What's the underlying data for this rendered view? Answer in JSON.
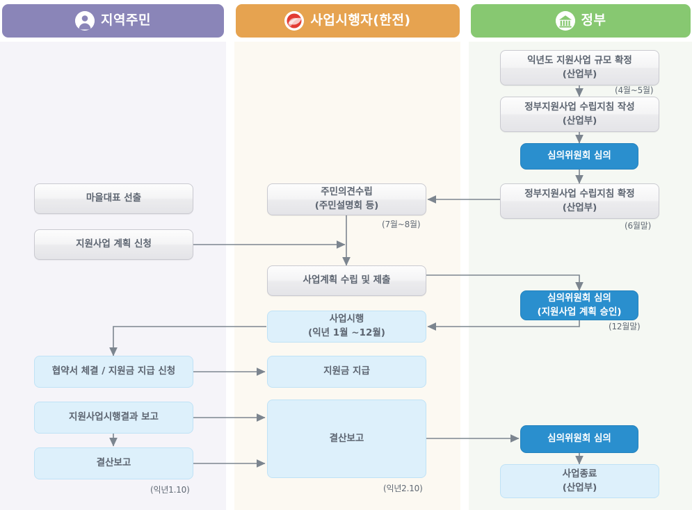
{
  "lanes": [
    {
      "id": "residents",
      "title": "지역주민",
      "icon": "person-icon",
      "color": "#8a85b8"
    },
    {
      "id": "operator",
      "title": "사업시행자(한전)",
      "icon": "kepco-icon",
      "color": "#e6a350"
    },
    {
      "id": "government",
      "title": "정부",
      "icon": "bank-icon",
      "color": "#87c871"
    }
  ],
  "nodes": {
    "gov_scale": {
      "line1": "익년도 지원사업 규모 확정",
      "line2": "(산업부)"
    },
    "gov_guideline": {
      "line1": "정부지원사업 수립지침 작성",
      "line2": "(산업부)"
    },
    "gov_review1": {
      "line1": "심의위원회 심의",
      "line2": ""
    },
    "gov_guide_fixed": {
      "line1": "정부지원사업 수립지침 확정",
      "line2": "(산업부)"
    },
    "gov_review2": {
      "line1": "심의위원회 심의",
      "line2": "(지원사업 계획 승인)"
    },
    "gov_review3": {
      "line1": "심의위원회 심의",
      "line2": ""
    },
    "gov_end": {
      "line1": "사업종료",
      "line2": "(산업부)"
    },
    "op_opinion": {
      "line1": "주민의견수립",
      "line2": "(주민설명회 등)"
    },
    "op_plan": {
      "line1": "사업계획 수립 및 제출",
      "line2": ""
    },
    "op_execute": {
      "line1": "사업시행",
      "line2": "(익년 1월 ~12월)"
    },
    "op_payment": {
      "line1": "지원금 지급",
      "line2": ""
    },
    "op_settlement": {
      "line1": "결산보고",
      "line2": ""
    },
    "res_rep": {
      "line1": "마을대표 선출",
      "line2": ""
    },
    "res_apply": {
      "line1": "지원사업 계획 신청",
      "line2": ""
    },
    "res_contract": {
      "line1": "협약서 체결 / 지원금 지급 신청",
      "line2": ""
    },
    "res_result": {
      "line1": "지원사업시행결과 보고",
      "line2": ""
    },
    "res_settlement": {
      "line1": "결산보고",
      "line2": ""
    }
  },
  "captions": {
    "apr_may": "(4월~5월)",
    "jun_end": "(6월말)",
    "jul_aug": "(7월~8월)",
    "dec_end": "(12월말)",
    "next_1_10": "(익년1.10)",
    "next_2_10": "(익년2.10)"
  },
  "colors": {
    "lane_residents_bg": "#f5f4f9",
    "lane_operator_bg": "#fcf9f2",
    "lane_government_bg": "#f5f8f3",
    "header_residents": "#8a85b8",
    "header_operator": "#e6a350",
    "header_government": "#87c871",
    "node_blue": "#2a8fce",
    "node_lightblue": "#ddf0fb",
    "connector": "#7c858f"
  }
}
